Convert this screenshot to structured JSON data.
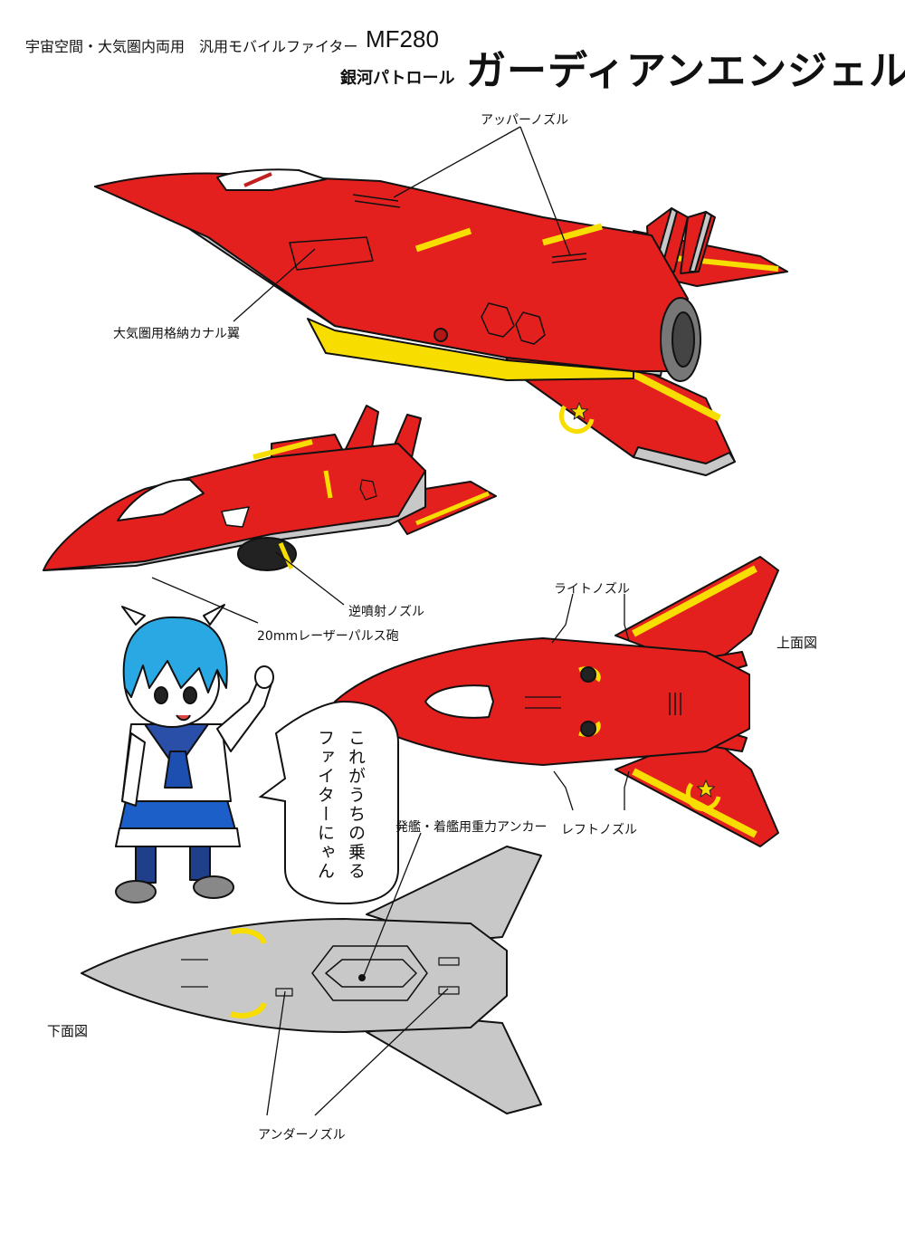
{
  "header": {
    "line1": "宇宙空間・大気圏内両用　汎用モバイルファイター",
    "model": "MF280",
    "affiliation": "銀河パトロール",
    "title": "ガーディアンエンジェル"
  },
  "labels": {
    "upper_nozzle": "アッパーノズル",
    "canard": "大気圏用格納カナル翼",
    "reverse_nozzle": "逆噴射ノズル",
    "laser_cannon": "20mmレーザーパルス砲",
    "right_nozzle": "ライトノズル",
    "left_nozzle": "レフトノズル",
    "top_view": "上面図",
    "bottom_view": "下面図",
    "anchor": "発艦・着艦用重力アンカー",
    "under_nozzle": "アンダーノズル"
  },
  "speech": {
    "line1": "これがうちの乗る",
    "line2": "ファイターにゃん"
  },
  "colors": {
    "body_red": "#e3201e",
    "stripe_yellow": "#f7dd00",
    "underside_gray": "#c8c8c8",
    "hair_blue": "#2aa8e4",
    "skirt_blue": "#1d5fc8"
  }
}
